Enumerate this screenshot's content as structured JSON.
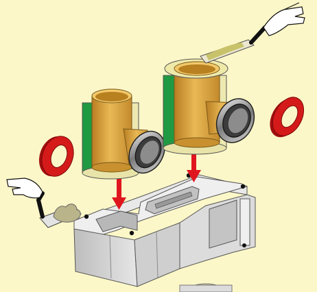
{
  "colors": {
    "background": "#fcf7c8",
    "pipe_ceramic": "#d9a43b",
    "insulation_green": "#1f9a42",
    "insulation_mineral": "#e8e6a6",
    "sleeve_red": "#d51a1a",
    "arrow_red": "#e0161e",
    "block_concrete": "#d6d6d6",
    "steel_ring": "#8a8a8a",
    "mortar": "#b9b48a"
  },
  "icons": {
    "hand": "hand-with-trowel-icon",
    "down_arrow": "down-arrow-icon"
  },
  "components": [
    "ceramic-tee-pipe-left",
    "ceramic-tee-pipe-right",
    "connection-sleeve-left",
    "connection-sleeve-right",
    "chimney-block",
    "mortar-trowel-top",
    "mortar-trowel-left"
  ]
}
